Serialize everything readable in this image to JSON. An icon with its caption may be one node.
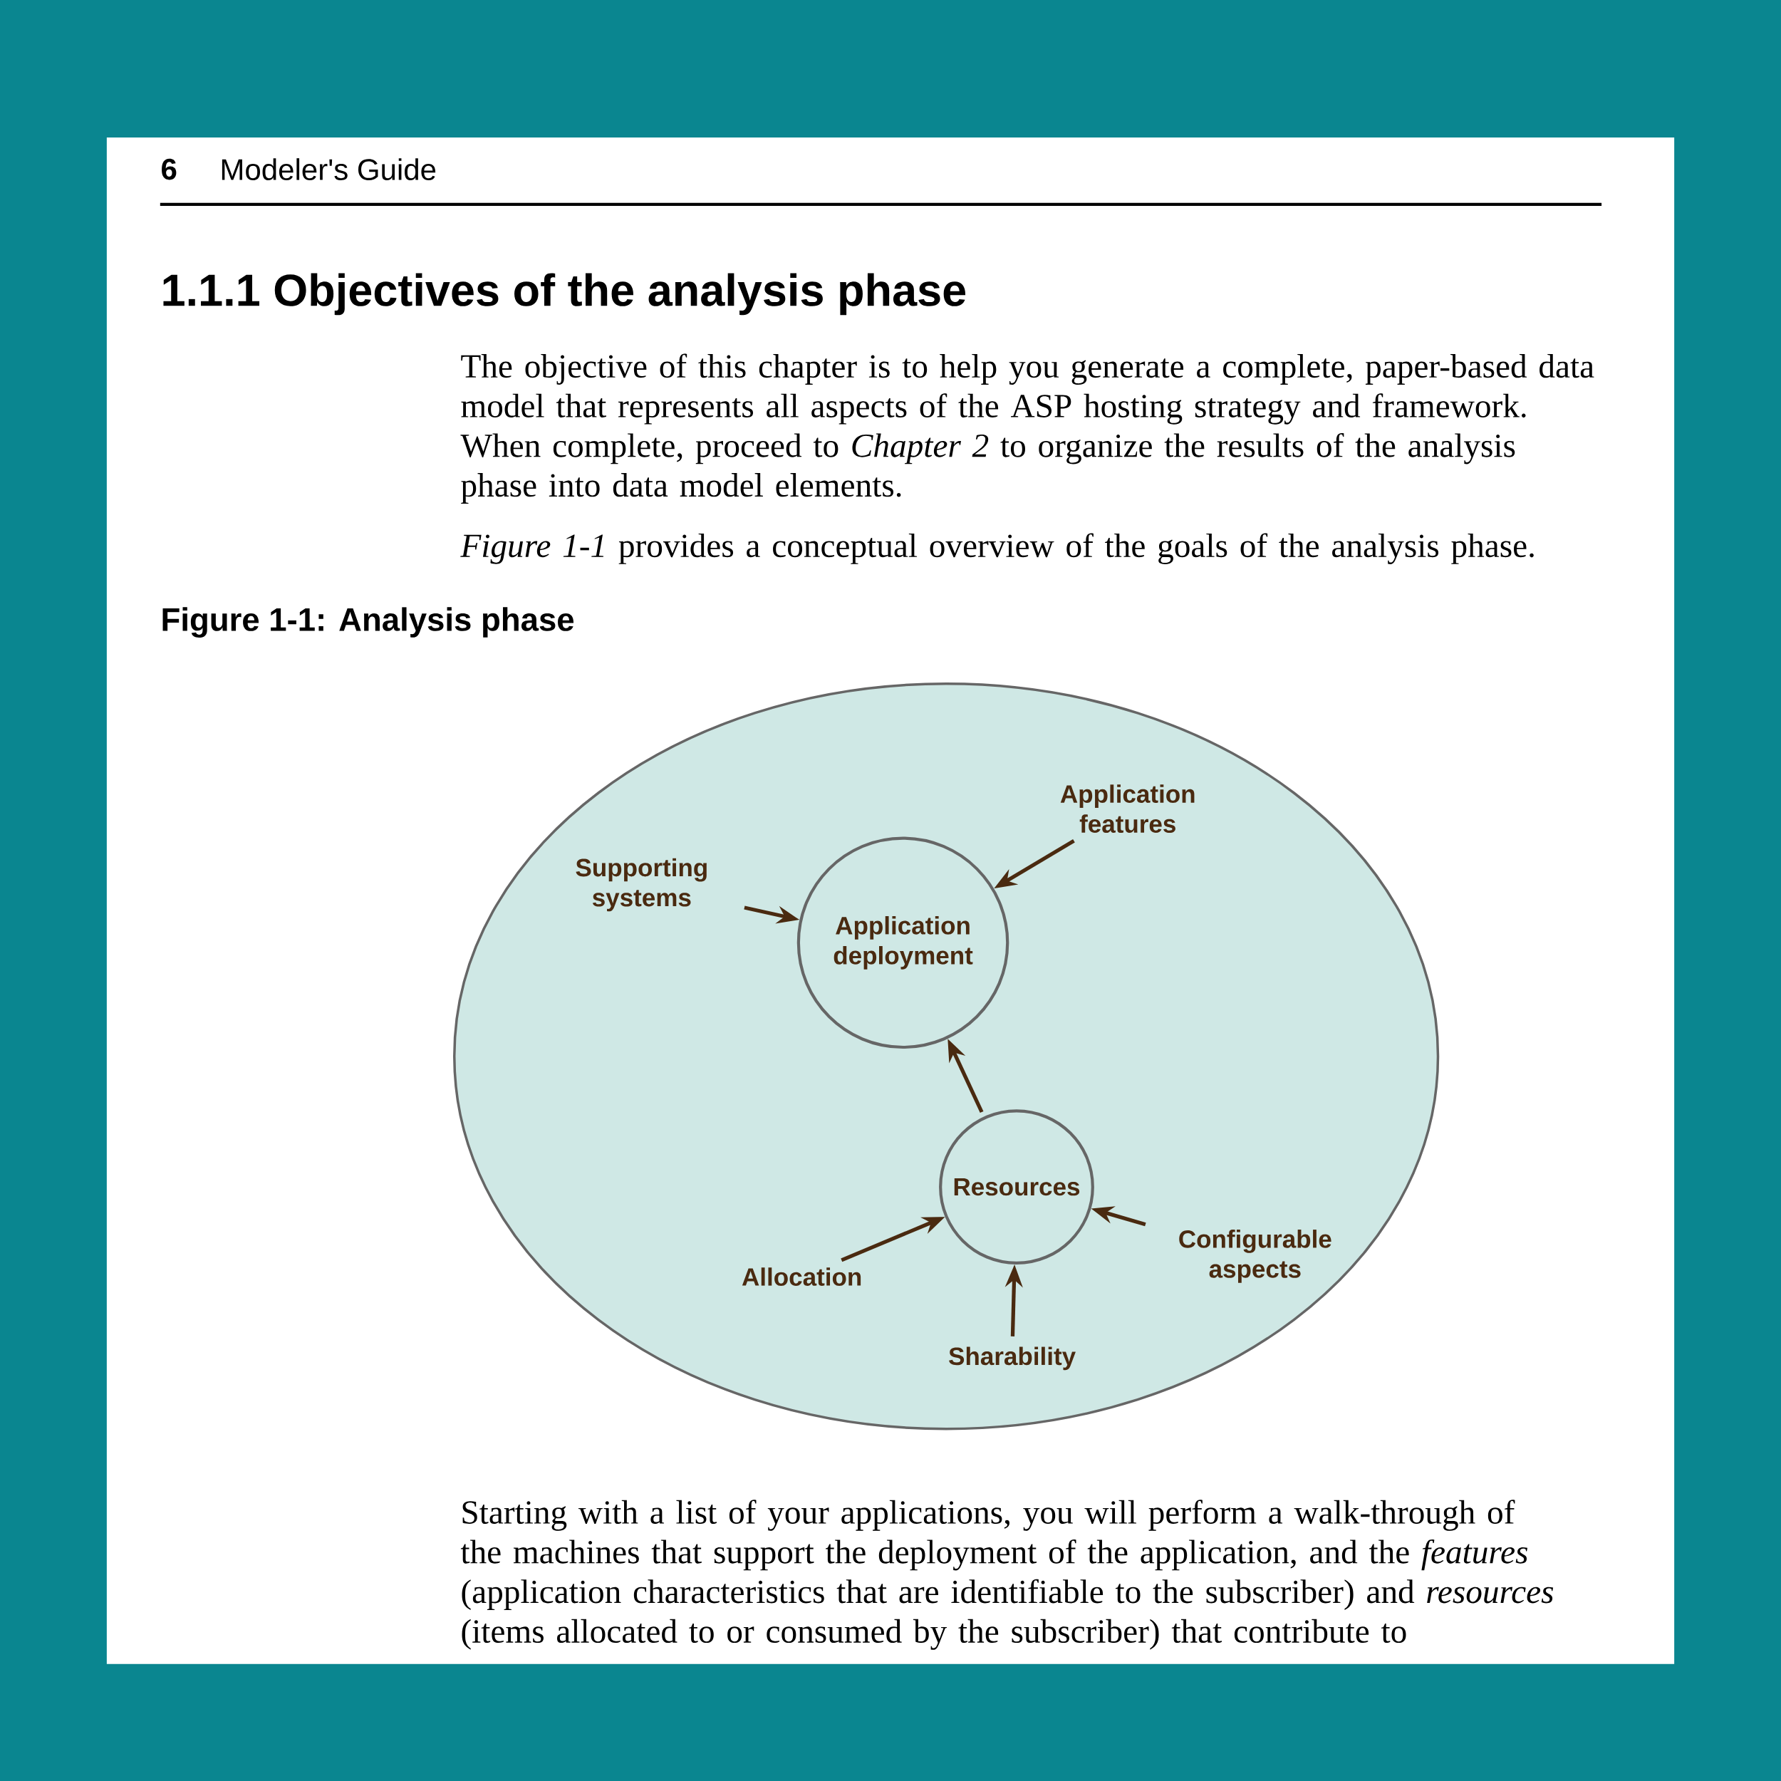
{
  "diagram": {
    "title": "Figure 1-1: Analysis phase",
    "nodes": [
      {
        "text": [],
        "shape": "ellipse"
      },
      {
        "text": [
          "Application deployment"
        ],
        "in": 0
      },
      {
        "text": [
          "Resources"
        ],
        "in": 0
      },
      {
        "text": [
          "Application features"
        ],
        "in": 0
      },
      {
        "text": [
          "Supporting systems"
        ],
        "in": 0
      },
      {
        "text": [
          "Allocation"
        ],
        "in": 0
      },
      {
        "text": [
          "Sharability"
        ],
        "in": 0
      },
      {
        "text": [
          "Configurable aspects"
        ],
        "in": 0
      }
    ],
    "edges": [
      {
        "from": 3,
        "to": 1,
        "arrow": "to"
      },
      {
        "from": 4,
        "to": 1,
        "arrow": "to"
      },
      {
        "from": 2,
        "to": 1,
        "arrow": "to"
      },
      {
        "from": 5,
        "to": 2,
        "arrow": "to"
      },
      {
        "from": 6,
        "to": 2,
        "arrow": "to"
      },
      {
        "from": 7,
        "to": 2,
        "arrow": "to"
      }
    ],
    "labels": [
      "6",
      "Modeler's Guide",
      "1.1.1  Objectives of the analysis phase",
      "The objective of this chapter is to help you generate a complete, paper-based data model that represents all aspects of the ASP hosting strategy and framework. When complete, proceed to *Chapter 2* to organize the results of the analysis phase into data model elements.",
      "*Figure 1-1* provides a conceptual overview of the goals of the analysis phase.",
      "Starting with a list of your applications, you will perform a walk-through of the machines that support the deployment of the application, and the *features* (application characteristics that are identifiable to the subscriber) and *resources* (items allocated to or consumed by the subscriber) that contribute to"
    ]
  }
}
